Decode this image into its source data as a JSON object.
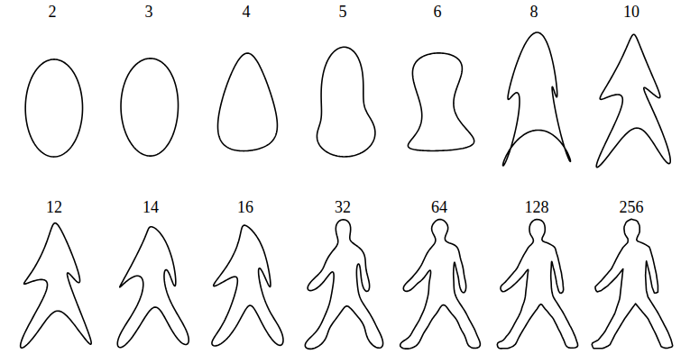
{
  "diagram": {
    "labels": [
      "2",
      "3",
      "4",
      "5",
      "6",
      "8",
      "10",
      "12",
      "14",
      "16",
      "32",
      "64",
      "128",
      "256"
    ]
  }
}
